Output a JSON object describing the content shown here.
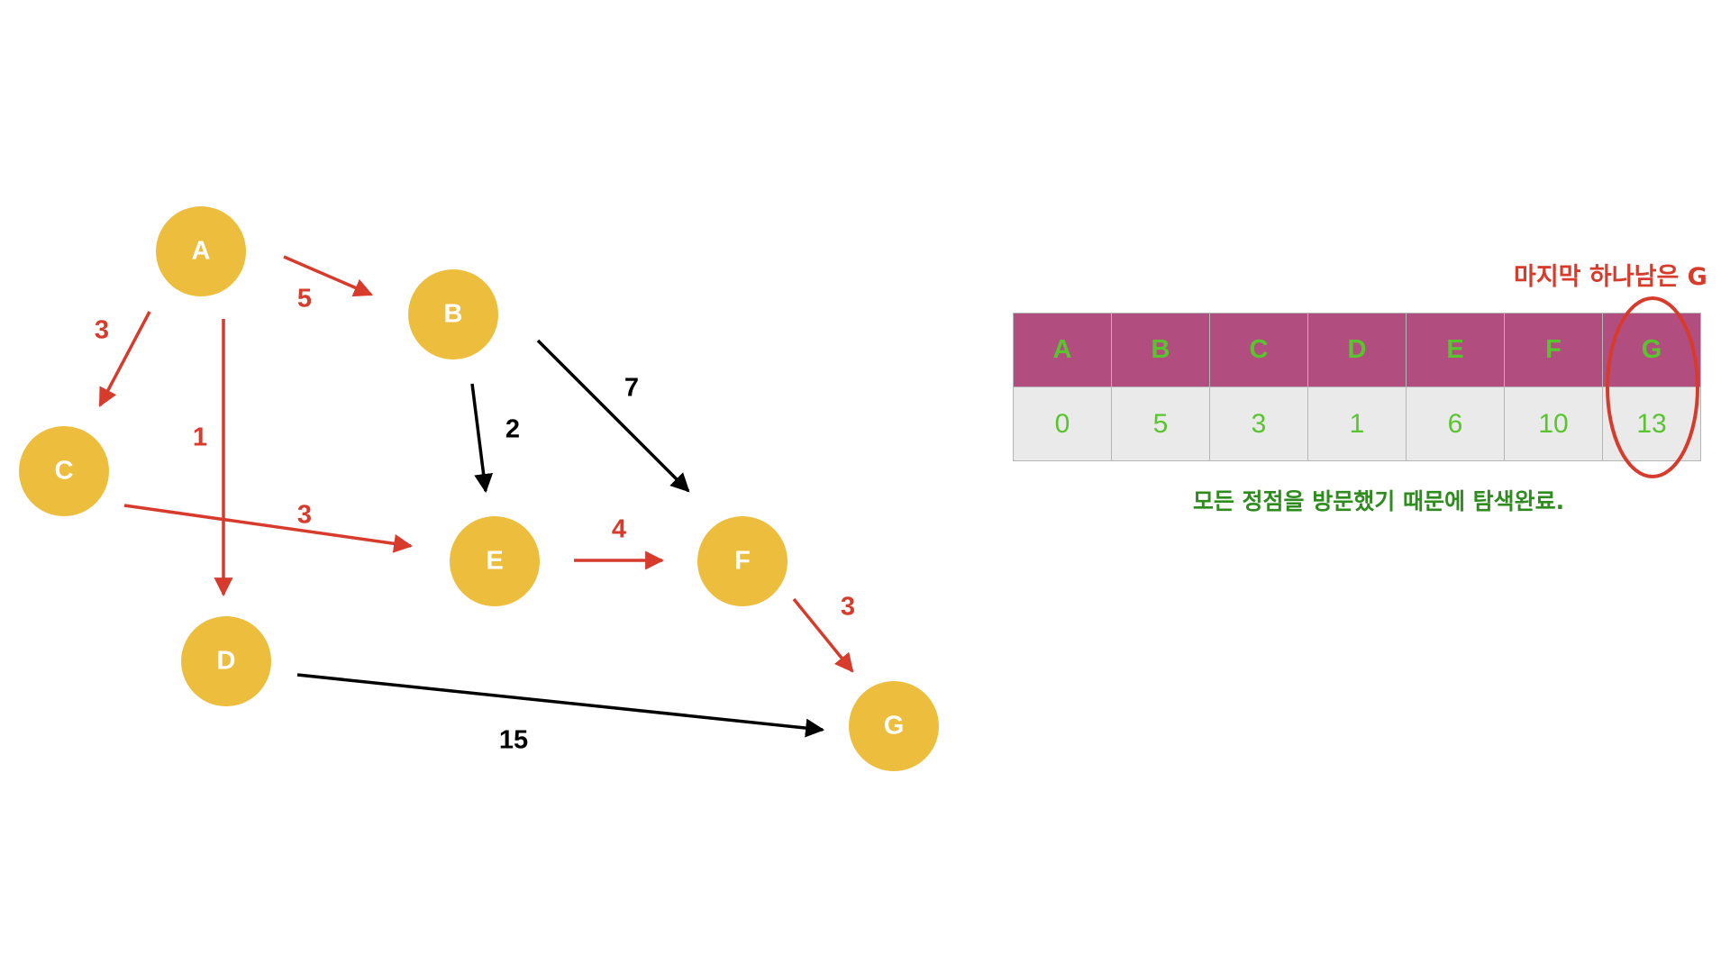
{
  "graph": {
    "nodes": [
      {
        "id": "A",
        "label": "A"
      },
      {
        "id": "B",
        "label": "B"
      },
      {
        "id": "C",
        "label": "C"
      },
      {
        "id": "D",
        "label": "D"
      },
      {
        "id": "E",
        "label": "E"
      },
      {
        "id": "F",
        "label": "F"
      },
      {
        "id": "G",
        "label": "G"
      }
    ],
    "edges": [
      {
        "from": "A",
        "to": "B",
        "weight": "5",
        "status": "selected"
      },
      {
        "from": "A",
        "to": "C",
        "weight": "3",
        "status": "selected"
      },
      {
        "from": "A",
        "to": "D",
        "weight": "1",
        "status": "selected"
      },
      {
        "from": "C",
        "to": "E",
        "weight": "3",
        "status": "selected"
      },
      {
        "from": "B",
        "to": "E",
        "weight": "2",
        "status": "default"
      },
      {
        "from": "B",
        "to": "F",
        "weight": "7",
        "status": "default"
      },
      {
        "from": "E",
        "to": "F",
        "weight": "4",
        "status": "selected"
      },
      {
        "from": "F",
        "to": "G",
        "weight": "3",
        "status": "selected"
      },
      {
        "from": "D",
        "to": "G",
        "weight": "15",
        "status": "default"
      }
    ]
  },
  "distance_table": {
    "headers": [
      "A",
      "B",
      "C",
      "D",
      "E",
      "F",
      "G"
    ],
    "values": [
      "0",
      "5",
      "3",
      "1",
      "6",
      "10",
      "13"
    ],
    "highlighted": "G"
  },
  "annotations": {
    "last_remaining": "마지막 하나남은 G",
    "complete": "모든 정점을 방문했기 때문에 탐색완료."
  },
  "colors": {
    "node_fill": "#EDBE3E",
    "selected_edge": "#D63B2C",
    "default_edge": "#000000",
    "table_header_bg": "#B24D80",
    "table_text": "#58C52F",
    "table_cell_bg": "#EAEAEA",
    "complete_text": "#2E8C1E"
  }
}
